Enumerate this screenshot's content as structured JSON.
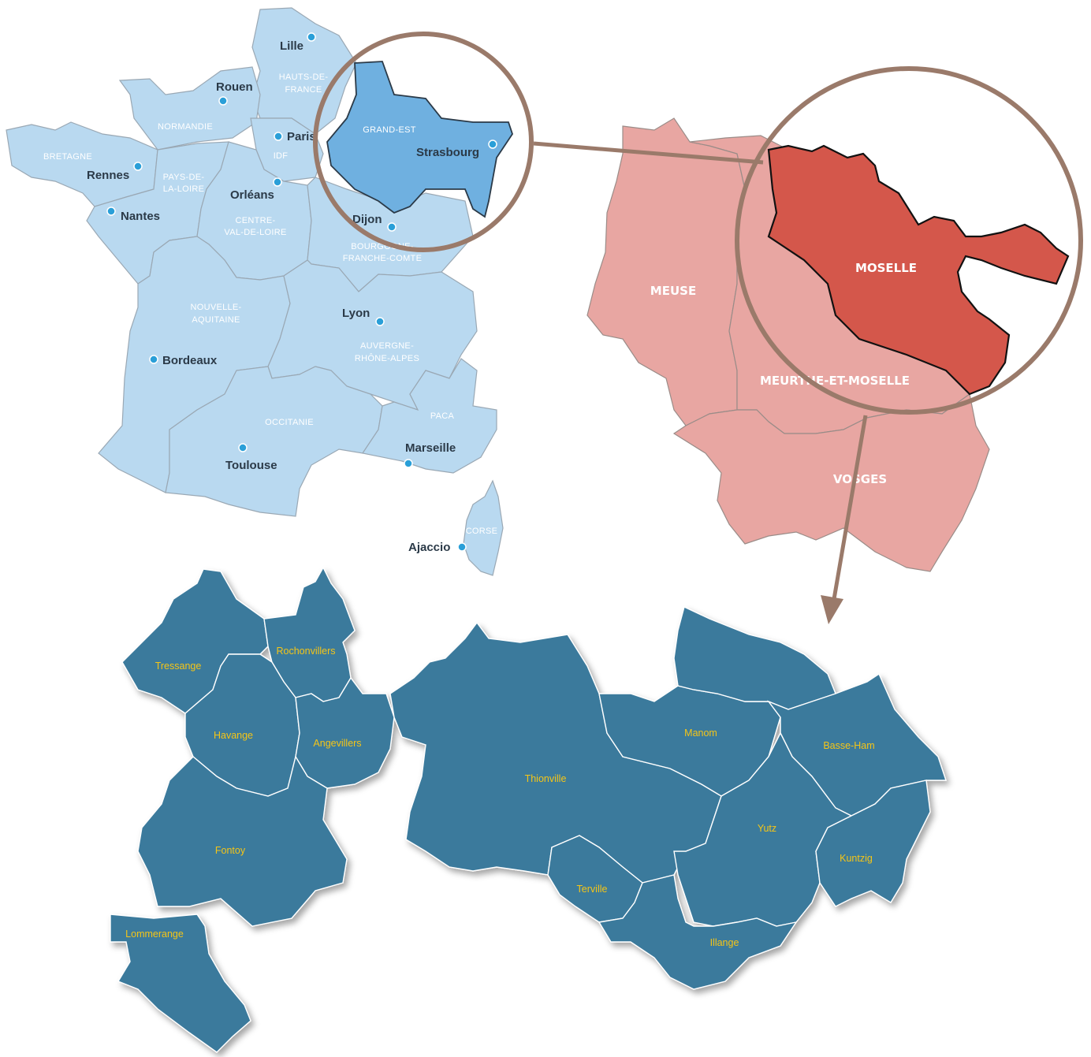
{
  "france_map": {
    "region_labels": {
      "hauts_de_france": [
        "HAUTS-DE-",
        "FRANCE"
      ],
      "normandie": "NORMANDIE",
      "bretagne": "BRETAGNE",
      "pays_de_la_loire": [
        "PAYS-DE-",
        "LA-LOIRE"
      ],
      "idf": "IDF",
      "grand_est": "GRAND-EST",
      "centre_val_de_loire": [
        "CENTRE-",
        "VAL-DE-LOIRE"
      ],
      "bourgogne_franche_comte": [
        "BOURGOGNE-",
        "FRANCHE-COMTE"
      ],
      "nouvelle_aquitaine": [
        "NOUVELLE-",
        "AQUITAINE"
      ],
      "auvergne_rhone_alpes": [
        "AUVERGNE-",
        "RHÔNE-ALPES"
      ],
      "occitanie": "OCCITANIE",
      "paca": "PACA",
      "corse": "CORSE"
    },
    "cities": {
      "lille": "Lille",
      "rouen": "Rouen",
      "paris": "Paris",
      "strasbourg": "Strasbourg",
      "rennes": "Rennes",
      "nantes": "Nantes",
      "orleans": "Orléans",
      "dijon": "Dijon",
      "lyon": "Lyon",
      "bordeaux": "Bordeaux",
      "marseille": "Marseille",
      "toulouse": "Toulouse",
      "ajaccio": "Ajaccio"
    },
    "highlighted_region": "GRAND-EST"
  },
  "lorraine_map": {
    "departments": {
      "meuse": "MEUSE",
      "moselle": "MOSELLE",
      "meurthe_et_moselle": "MEURTHE-ET-MOSELLE",
      "vosges": "VOSGES"
    },
    "highlighted_department": "MOSELLE"
  },
  "communes_map": {
    "communes": {
      "tressange": "Tressange",
      "rochonvillers": "Rochonvillers",
      "havange": "Havange",
      "angevillers": "Angevillers",
      "fontoy": "Fontoy",
      "lommerange": "Lommerange",
      "thionville": "Thionville",
      "manom": "Manom",
      "basse_ham": "Basse-Ham",
      "yutz": "Yutz",
      "kuntzig": "Kuntzig",
      "terville": "Terville",
      "illange": "Illange"
    }
  },
  "colors": {
    "france_fill": "#b9d9f0",
    "grand_est_fill": "#6fb0e0",
    "city_dot": "#2a9fd8",
    "lorraine_fill": "#e8a6a2",
    "moselle_fill": "#d4574b",
    "commune_fill": "#3b7a9c",
    "commune_label": "#f5c518",
    "zoom_ring": "#9a7a6a"
  }
}
